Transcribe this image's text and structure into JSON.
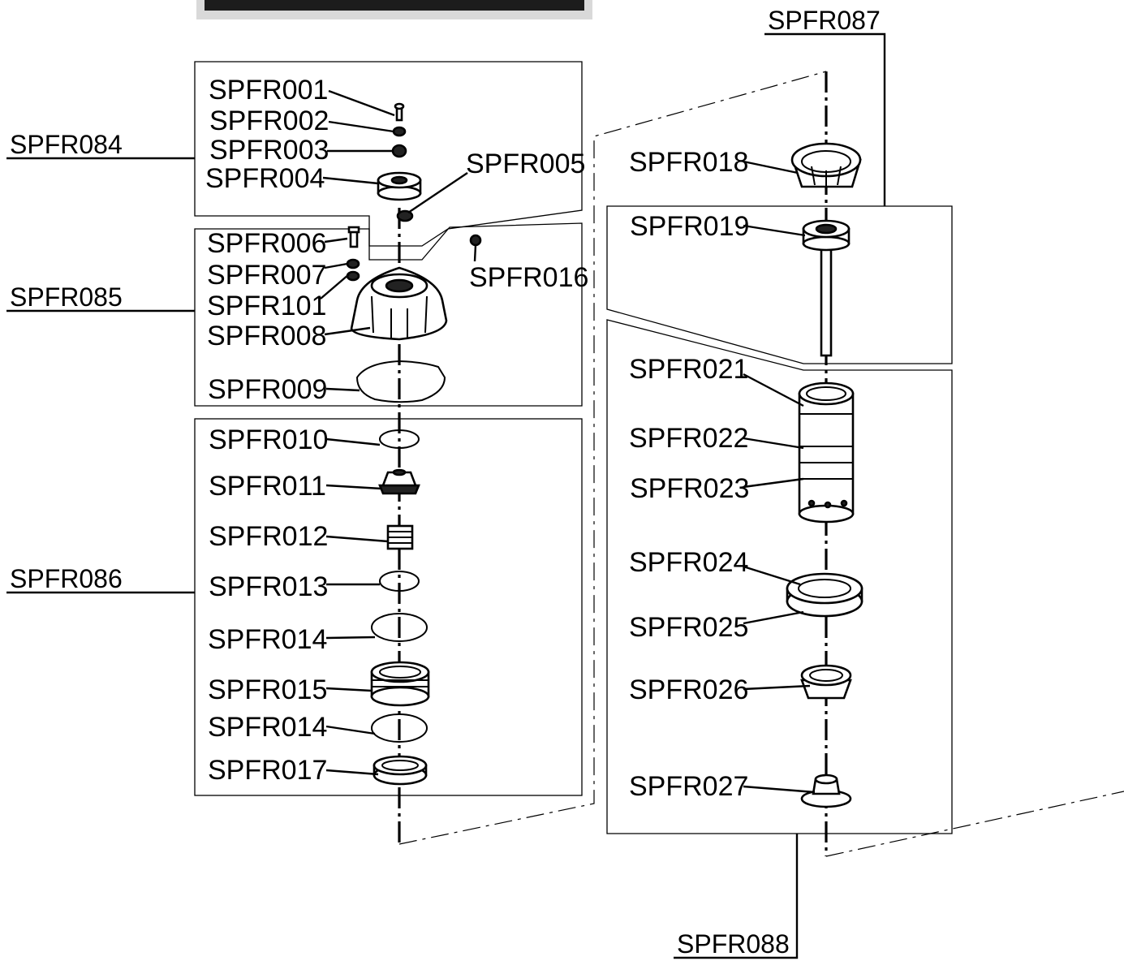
{
  "groups": {
    "g84": "SPFR084",
    "g85": "SPFR085",
    "g86": "SPFR086",
    "g87": "SPFR087",
    "g88": "SPFR088"
  },
  "parts": {
    "p001": "SPFR001",
    "p002": "SPFR002",
    "p003": "SPFR003",
    "p004": "SPFR004",
    "p005": "SPFR005",
    "p006": "SPFR006",
    "p007": "SPFR007",
    "p101": "SPFR101",
    "p008": "SPFR008",
    "p016": "SPFR016",
    "p009": "SPFR009",
    "p010": "SPFR010",
    "p011": "SPFR011",
    "p012": "SPFR012",
    "p013": "SPFR013",
    "p014a": "SPFR014",
    "p015": "SPFR015",
    "p014b": "SPFR014",
    "p017": "SPFR017",
    "p018": "SPFR018",
    "p019": "SPFR019",
    "p021": "SPFR021",
    "p022": "SPFR022",
    "p023": "SPFR023",
    "p024": "SPFR024",
    "p025": "SPFR025",
    "p026": "SPFR026",
    "p027": "SPFR027"
  }
}
